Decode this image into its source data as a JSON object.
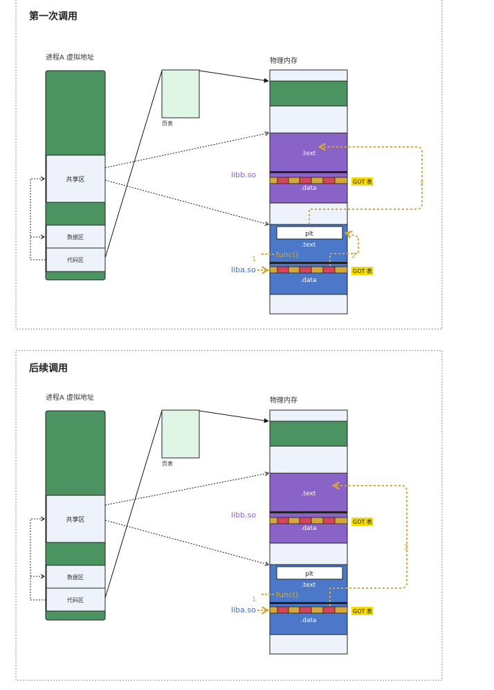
{
  "colors": {
    "green": "#4b9462",
    "light_cell": "#eef2fb",
    "purple": "#8a63c9",
    "blue": "#4b78c8",
    "yellow": "#d4a73c",
    "red": "#d44658",
    "pagetable": "#e0f5e6",
    "got_bg": "#f5d90a"
  },
  "panels": [
    {
      "title": "第一次调用",
      "vmem_label": "进程A 虚拟地址",
      "phys_label": "物理内存",
      "pagetable_label": "页表",
      "shared_label": "共享区",
      "data_label": "数据区",
      "code_label": "代码区",
      "libb_label": "libb.so",
      "liba_label": "liba.so",
      "text_label": ".text",
      "data_seg_label": ".data",
      "plt_label": "plt",
      "func_label": "func()",
      "got_label": "GOT 表",
      "steps": [
        "1",
        "2",
        "3"
      ]
    },
    {
      "title": "后续调用",
      "vmem_label": "进程A 虚拟地址",
      "phys_label": "物理内存",
      "pagetable_label": "页表",
      "shared_label": "共享区",
      "data_label": "数据区",
      "code_label": "代码区",
      "libb_label": "libb.so",
      "liba_label": "liba.so",
      "text_label": ".text",
      "data_seg_label": ".data",
      "plt_label": "plt",
      "func_label": "func()",
      "got_label": "GOT 表",
      "steps": [
        "1",
        "2"
      ]
    }
  ]
}
